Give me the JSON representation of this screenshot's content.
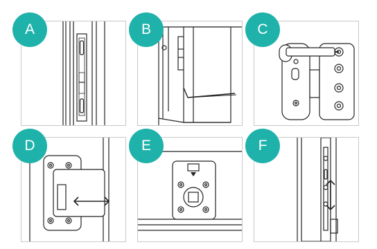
{
  "accent_color": "#1fb2aa",
  "panels": [
    {
      "label": "A",
      "illustration": "flush-bolt-icon"
    },
    {
      "label": "B",
      "illustration": "hinge-with-allen-key-icon"
    },
    {
      "label": "C",
      "illustration": "hinge-adjustment-tool-icon"
    },
    {
      "label": "D",
      "illustration": "hinge-plate-horizontal-adjust-icon"
    },
    {
      "label": "E",
      "illustration": "lock-cylinder-escutcheon-icon"
    },
    {
      "label": "F",
      "illustration": "keep-vertical-adjust-icon"
    }
  ]
}
